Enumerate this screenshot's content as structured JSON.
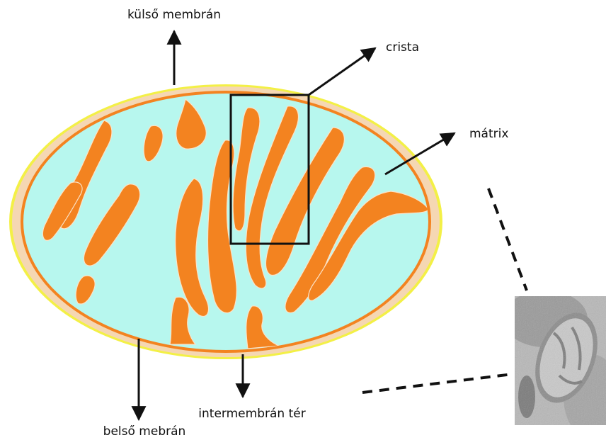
{
  "labels": {
    "outer_membrane": "külső membrán",
    "crista": "crista",
    "matrix": "mátrix",
    "inner_membrane": "belső mebrán",
    "intermembrane_space": "intermembrán tér"
  },
  "colors": {
    "outer_membrane": "#f3f046",
    "intermembrane_space": "#f5d7b3",
    "inner_membrane": "#f38320",
    "matrix": "#b7f7ee",
    "cristae": "#f38320",
    "crista_highlight": "#fbe3c8",
    "arrows": "#111111",
    "micrograph": "#b8b8b8"
  },
  "micrograph": {
    "kind": "electron micrograph of a mitochondrion"
  }
}
